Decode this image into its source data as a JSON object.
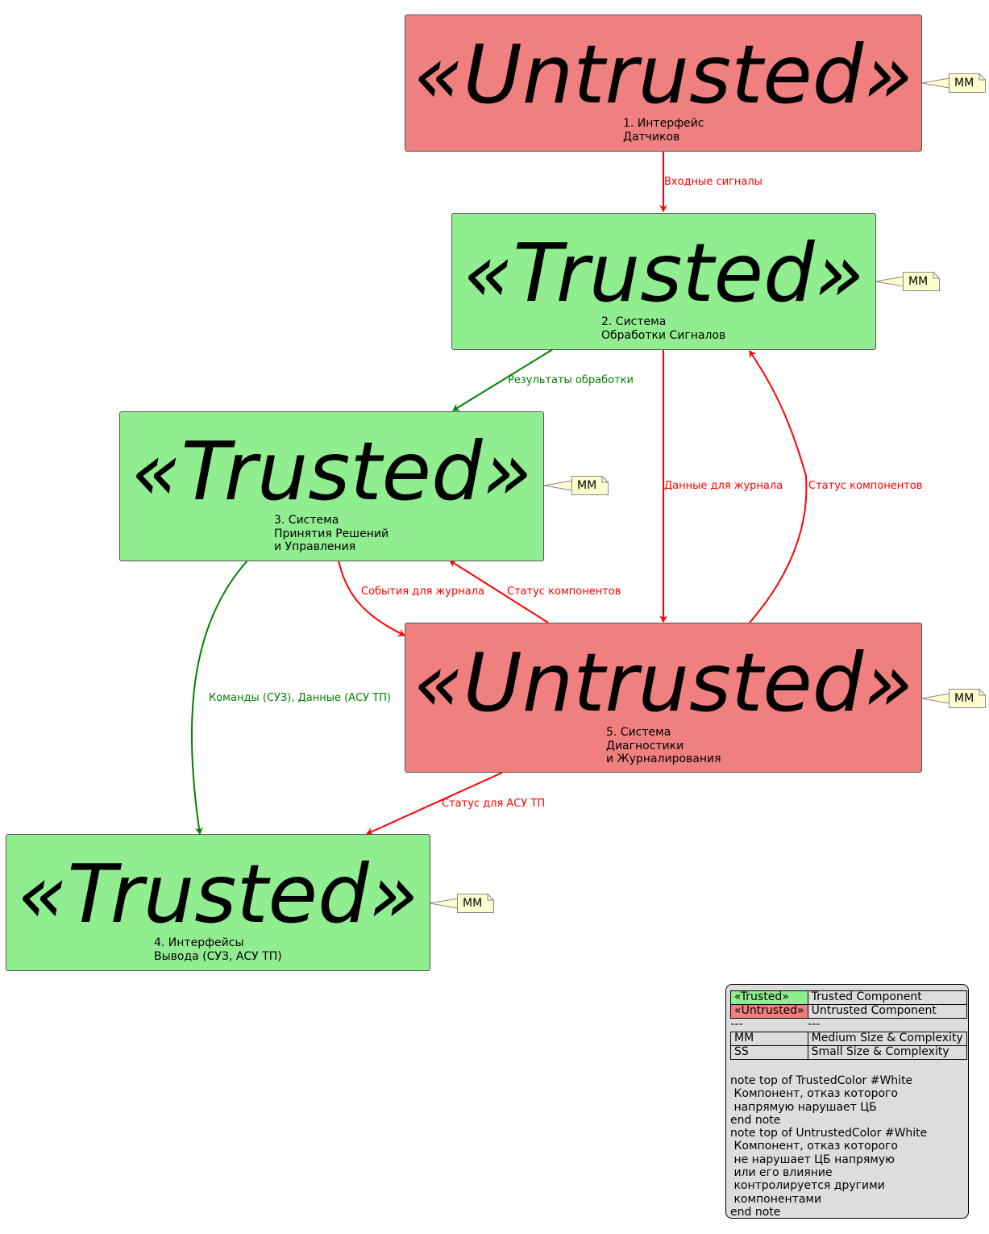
{
  "colors": {
    "trusted": "#90ee90",
    "untrusted": "#f08080",
    "note_fill": "#fefece",
    "legend_bg": "#dddddd",
    "edge_red": "#ff0000",
    "edge_green": "#008000"
  },
  "nodes": [
    {
      "stereotype": "«Untrusted»",
      "label": "1. Интерфейс\nДатчиков",
      "kind": "untrusted",
      "note": "MM"
    },
    {
      "stereotype": "«Trusted»",
      "label": "2. Система\nОбработки Сигналов",
      "kind": "trusted",
      "note": "MM"
    },
    {
      "stereotype": "«Trusted»",
      "label": "3. Система\nПринятия Решений\nи Управления",
      "kind": "trusted",
      "note": "MM"
    },
    {
      "stereotype": "«Untrusted»",
      "label": "5. Система\nДиагностики\nи Журналирования",
      "kind": "untrusted",
      "note": "MM"
    },
    {
      "stereotype": "«Trusted»",
      "label": "4. Интерфейсы\nВывода (СУЗ, АСУ ТП)",
      "kind": "trusted",
      "note": "MM"
    }
  ],
  "edges": [
    {
      "label": "Входные сигналы",
      "color": "red"
    },
    {
      "label": "Результаты обработки",
      "color": "green"
    },
    {
      "label": "Данные для журнала",
      "color": "red"
    },
    {
      "label": "Статус компонентов",
      "color": "red"
    },
    {
      "label": "События для журнала",
      "color": "red"
    },
    {
      "label": "Статус компонентов",
      "color": "red"
    },
    {
      "label": "Команды (СУЗ), Данные (АСУ ТП)",
      "color": "green"
    },
    {
      "label": "Статус для АСУ ТП",
      "color": "red"
    }
  ],
  "legend": {
    "rows": [
      {
        "key": "«Trusted»",
        "value": "Trusted Component",
        "key_color": "#90ee90"
      },
      {
        "key": "«Untrusted»",
        "value": "Untrusted Component",
        "key_color": "#f08080"
      },
      {
        "key": "---",
        "value": "---"
      },
      {
        "key": "MM",
        "value": "Medium Size & Complexity"
      },
      {
        "key": "SS",
        "value": "Small Size & Complexity"
      }
    ],
    "code": "note top of TrustedColor #White\n Компонент, отказ которого\n напрямую нарушает ЦБ\nend note\nnote top of UntrustedColor #White\n Компонент, отказ которого\n не нарушает ЦБ напрямую\n или его влияние\n контролируется другими\n компонентами\nend note"
  }
}
